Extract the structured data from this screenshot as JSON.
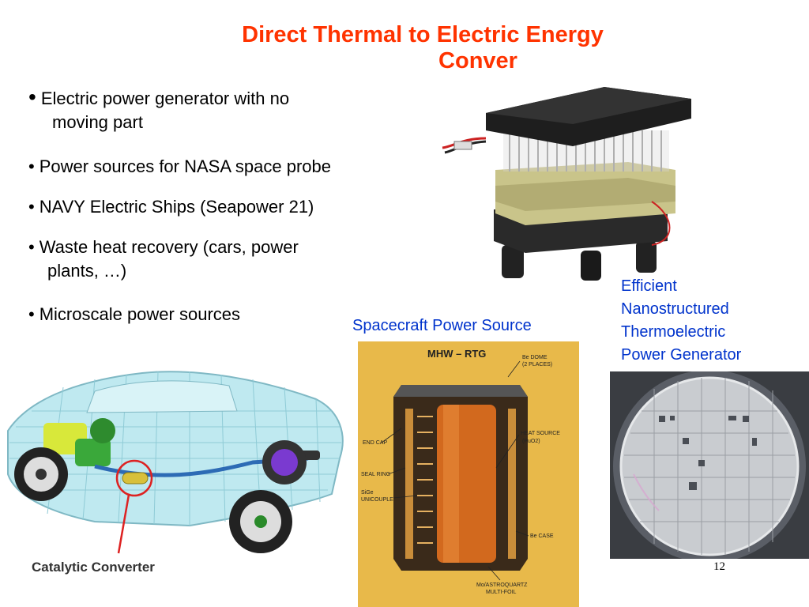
{
  "slide": {
    "title_lines": [
      "Direct Thermal to Electric Energy",
      "Conver"
    ],
    "bullets": [
      {
        "marker": "•",
        "lines": [
          "Electric power generator with no",
          "moving part"
        ]
      },
      {
        "marker": "•",
        "lines": [
          "Power sources for NASA space probe"
        ]
      },
      {
        "marker": "•",
        "lines": [
          "NAVY Electric Ships (Seapower 21)"
        ]
      },
      {
        "marker": "•",
        "lines": [
          "Waste heat recovery (cars, power",
          "plants, …)"
        ]
      },
      {
        "marker": "•",
        "lines": [
          "Microscale power sources"
        ]
      }
    ],
    "captions": {
      "spacecraft": "Spacecraft Power Source",
      "efficient_lines": [
        "Efficient",
        "Nanostructured",
        "Thermoelectric",
        "Power Generator"
      ]
    },
    "car_figure": {
      "label": "Catalytic Converter"
    },
    "rtg_figure": {
      "title": "MHW – RTG",
      "labels": {
        "be_dome": "Be DOME",
        "be_dome_sub": "(2 PLACES)",
        "end_cap": "END CAP",
        "heat_source": "HEAT SOURCE",
        "heat_source_sub": "(PuO2)",
        "seal_ring": "SEAL RING",
        "sige": "SiGe",
        "unicouple": "UNICOUPLE",
        "be_case": "Be CASE",
        "mo_astroquartz": "Mo/ASTROQUARTZ",
        "multi_foil": "MULTI-FOIL"
      }
    },
    "slide_number": "12",
    "colors": {
      "title": "#ff3300",
      "caption": "#0033cc",
      "rtg_bg": "#e8b94a",
      "core": "#d2691e"
    }
  }
}
